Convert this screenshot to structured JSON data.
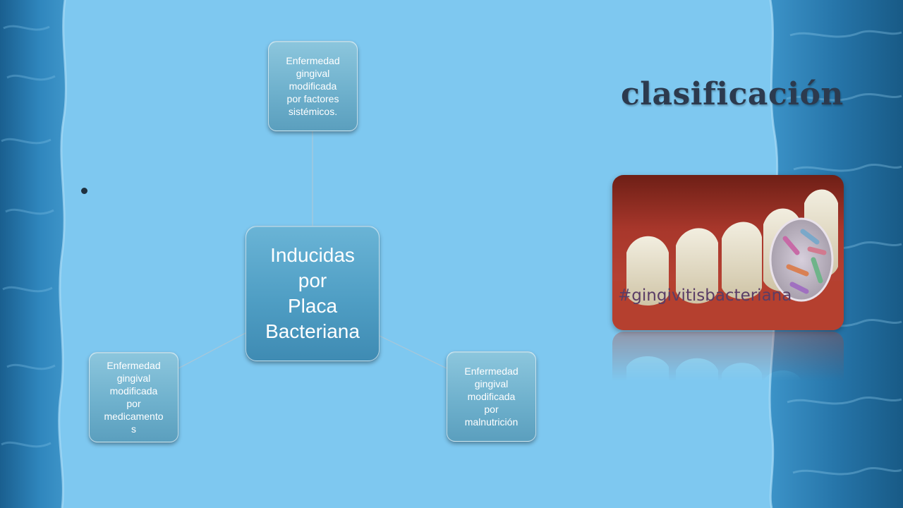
{
  "slide": {
    "title": "clasificación",
    "bullet": "",
    "image": {
      "description_icon": "gingivitis-bacteria-photo",
      "hashtag": "#gingivitisbacteriana"
    }
  },
  "diagram": {
    "center": {
      "label": "Inducidas\npor\nPlaca\nBacteriana"
    },
    "branches": [
      {
        "id": "top",
        "label": "Enfermedad\ngingival\nmodificada\npor factores\nsistémicos."
      },
      {
        "id": "left",
        "label": "Enfermedad\ngingival\nmodificada\npor\nmedicamento\ns"
      },
      {
        "id": "right",
        "label": "Enfermedad\ngingival\nmodificada\npor\nmalnutrición"
      }
    ]
  },
  "colors": {
    "background": "#7ec8f0",
    "title": "#2c3a4e",
    "center_node": "#4f9ec4",
    "branch_node": "#6fb1cd",
    "connector": "#a9c7d8"
  }
}
